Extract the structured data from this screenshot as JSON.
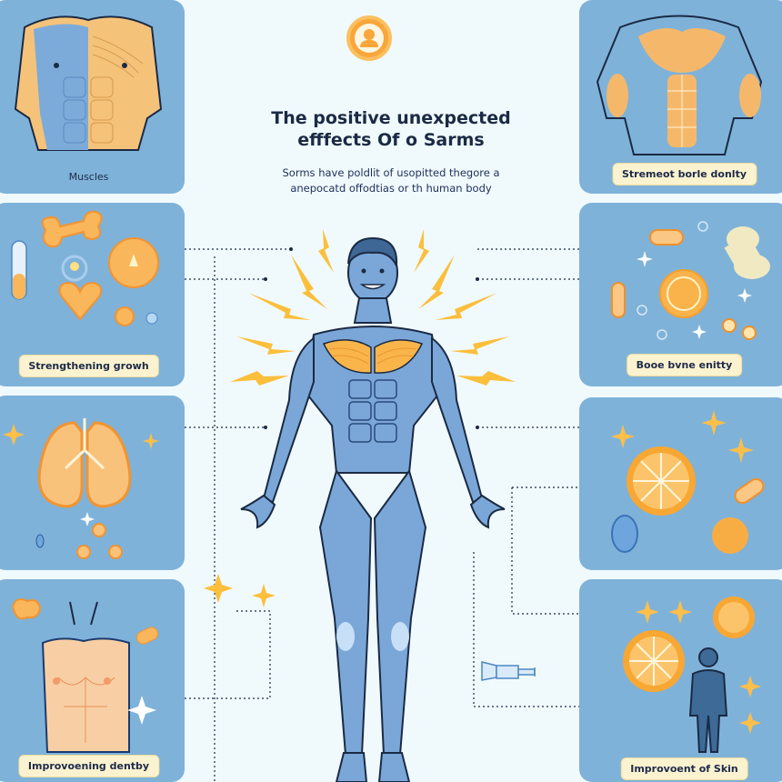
{
  "header": {
    "icon": "user-icon",
    "title_line1": "The positive unexpected",
    "title_line2": "efffects Of o Sarms",
    "subtitle_line1": "Sorms have poldlit of usopitted thegore a",
    "subtitle_line2": "anepocatd offodtias or th human body"
  },
  "left_panels": [
    {
      "label": "Muscles",
      "icon": "torso-muscles-icon"
    },
    {
      "label": "Strengthening growh",
      "icon": "bone-heart-vitamins-icon"
    },
    {
      "label": "",
      "icon": "lungs-icon"
    },
    {
      "label": "Improvoening dentby",
      "icon": "torso-skin-icon"
    }
  ],
  "right_panels": [
    {
      "label": "Stremeot borle donlty",
      "icon": "torso-muscles-icon"
    },
    {
      "label": "Booe bvne enitty",
      "icon": "pills-bone-icon"
    },
    {
      "label": "",
      "icon": "orange-slice-icon"
    },
    {
      "label": "Improvoent of Skin",
      "icon": "person-orange-icon"
    }
  ],
  "center": {
    "figure": "muscular-human-figure",
    "accessory": "syringe-icon"
  },
  "colors": {
    "background": "#f0fafd",
    "panel": "#7fb2d9",
    "accent_orange": "#f7b23b",
    "label_bg": "#fbf3cf",
    "outline": "#1b2a44",
    "figure_blue": "#7aa7d8"
  }
}
